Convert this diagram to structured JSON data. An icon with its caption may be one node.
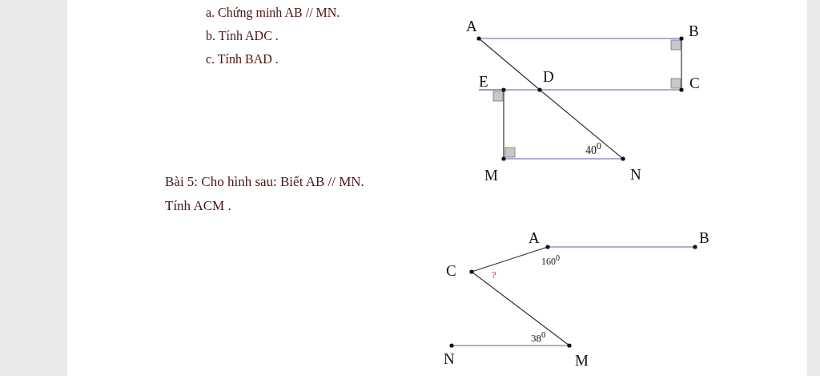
{
  "diagram": {
    "nodes": [
      {
        "text": [
          "A"
        ]
      },
      {
        "text": [
          "B"
        ]
      },
      {
        "text": [
          "E"
        ]
      },
      {
        "text": [
          "D"
        ]
      },
      {
        "text": [
          "C"
        ]
      },
      {
        "text": [
          "M"
        ]
      },
      {
        "text": [
          "N"
        ]
      },
      {
        "text": [
          "A"
        ]
      },
      {
        "text": [
          "B"
        ]
      },
      {
        "text": [
          "C"
        ]
      },
      {
        "text": [
          "N"
        ]
      },
      {
        "text": [
          "M"
        ]
      }
    ],
    "edges": [
      {
        "from": 0,
        "to": 1,
        "arrow": "none"
      },
      {
        "from": 1,
        "to": 4,
        "arrow": "none",
        "color": "#333333"
      },
      {
        "from": 2,
        "to": 3,
        "arrow": "none"
      },
      {
        "from": 3,
        "to": 4,
        "arrow": "none"
      },
      {
        "from": 0,
        "to": 3,
        "arrow": "none",
        "color": "#333333"
      },
      {
        "from": 3,
        "to": 6,
        "arrow": "none",
        "color": "#333333"
      },
      {
        "from": 2,
        "to": 5,
        "arrow": "none",
        "color": "#333333"
      },
      {
        "from": 5,
        "to": 6,
        "arrow": "none"
      },
      {
        "from": 7,
        "to": 8,
        "arrow": "none"
      },
      {
        "from": 9,
        "to": 7,
        "arrow": "none",
        "color": "#333333"
      },
      {
        "from": 9,
        "to": 11,
        "arrow": "none",
        "color": "#333333"
      },
      {
        "from": 10,
        "to": 11,
        "arrow": "none"
      }
    ],
    "labels": [
      "a. Chứng minh AB // MN.",
      "b. Tính ADC .",
      "c. Tính BAD .",
      "40$^{0}$",
      "Bài 5: Cho hình sau: Biết AB // MN.",
      "Tính ACM .",
      "160$^{0}$",
      "?",
      "38$^{0}$"
    ]
  }
}
